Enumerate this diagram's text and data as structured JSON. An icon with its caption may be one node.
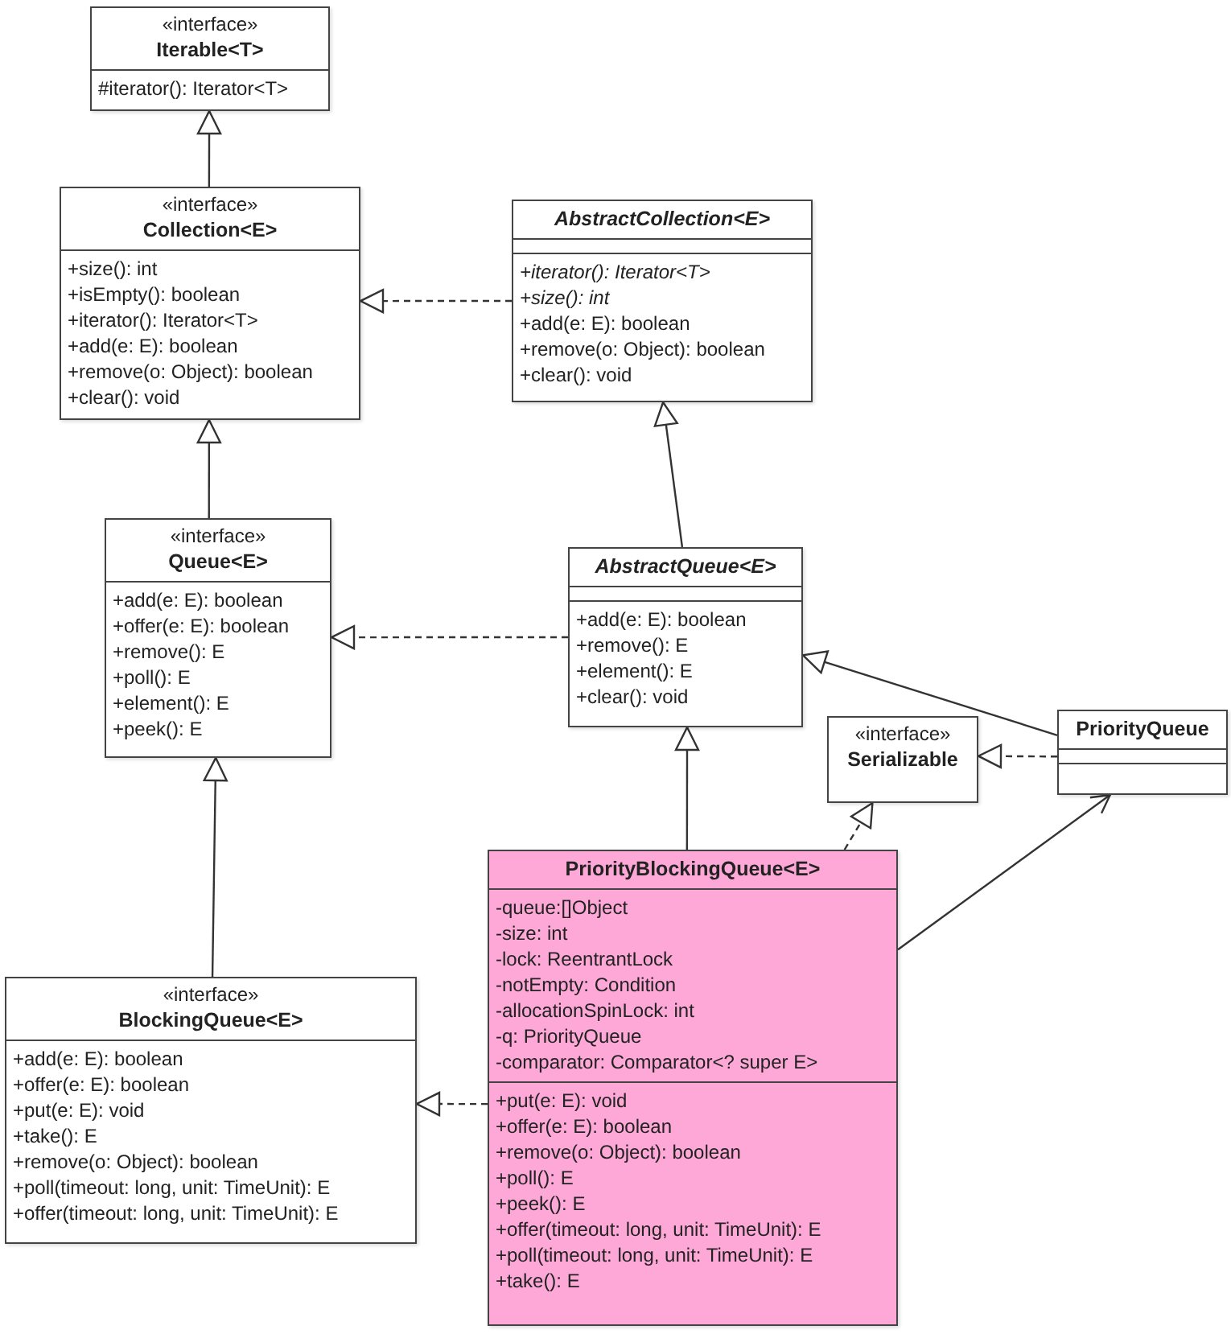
{
  "diagram": {
    "nodes": [
      {
        "text": [
          "«interface»",
          "Iterable<T>",
          "#iterator(): Iterator<T>"
        ]
      },
      {
        "text": [
          "«interface»",
          "Collection<E>",
          "+size(): int",
          "+isEmpty(): boolean",
          "+iterator(): Iterator<T>",
          "+add(e: E): boolean",
          "+remove(o: Object): boolean",
          "+clear(): void"
        ]
      },
      {
        "text": [
          "AbstractCollection<E>",
          "+iterator(): Iterator<T>",
          "+size(): int",
          "+add(e: E): boolean",
          "+remove(o: Object): boolean",
          "+clear(): void"
        ]
      },
      {
        "text": [
          "«interface»",
          "Queue<E>",
          "+add(e: E): boolean",
          "+offer(e: E): boolean",
          "+remove(): E",
          "+poll(): E",
          "+element(): E",
          "+peek(): E"
        ]
      },
      {
        "text": [
          "AbstractQueue<E>",
          "+add(e: E): boolean",
          "+remove(): E",
          "+element(): E",
          "+clear(): void"
        ]
      },
      {
        "text": [
          "«interface»",
          "Serializable"
        ]
      },
      {
        "text": [
          "PriorityQueue"
        ]
      },
      {
        "text": [
          "PriorityBlockingQueue<E>",
          "-queue:[]Object",
          "-size: int",
          "-lock: ReentrantLock",
          "-notEmpty: Condition",
          "-allocationSpinLock: int",
          "-q: PriorityQueue",
          "-comparator: Comparator<? super E>",
          "+put(e: E): void",
          "+offer(e: E): boolean",
          "+remove(o: Object): boolean",
          "+poll(): E",
          "+peek(): E",
          "+offer(timeout: long, unit: TimeUnit): E",
          "+poll(timeout: long, unit: TimeUnit): E",
          "+take(): E"
        ]
      },
      {
        "text": [
          "«interface»",
          "BlockingQueue<E>",
          "+add(e: E): boolean",
          "+offer(e: E): boolean",
          "+put(e: E): void",
          "+take(): E",
          "+remove(o: Object): boolean",
          "+poll(timeout: long, unit: TimeUnit): E",
          "+offer(timeout: long, unit: TimeUnit): E"
        ]
      }
    ],
    "edges": [
      {
        "from": 1,
        "to": 0,
        "arrow": "to"
      },
      {
        "from": 2,
        "to": 1,
        "arrow": "to",
        "style": "dashed"
      },
      {
        "from": 3,
        "to": 1,
        "arrow": "to"
      },
      {
        "from": 4,
        "to": 2,
        "arrow": "to"
      },
      {
        "from": 4,
        "to": 3,
        "arrow": "to",
        "style": "dashed"
      },
      {
        "from": 6,
        "to": 4,
        "arrow": "to"
      },
      {
        "from": 6,
        "to": 5,
        "arrow": "to",
        "style": "dashed"
      },
      {
        "from": 7,
        "to": 4,
        "arrow": "to"
      },
      {
        "from": 7,
        "to": 5,
        "arrow": "to",
        "style": "dashed"
      },
      {
        "from": 7,
        "to": 6,
        "arrow": "to"
      },
      {
        "from": 8,
        "to": 3,
        "arrow": "to"
      },
      {
        "from": 7,
        "to": 8,
        "arrow": "to",
        "style": "dashed"
      }
    ]
  }
}
